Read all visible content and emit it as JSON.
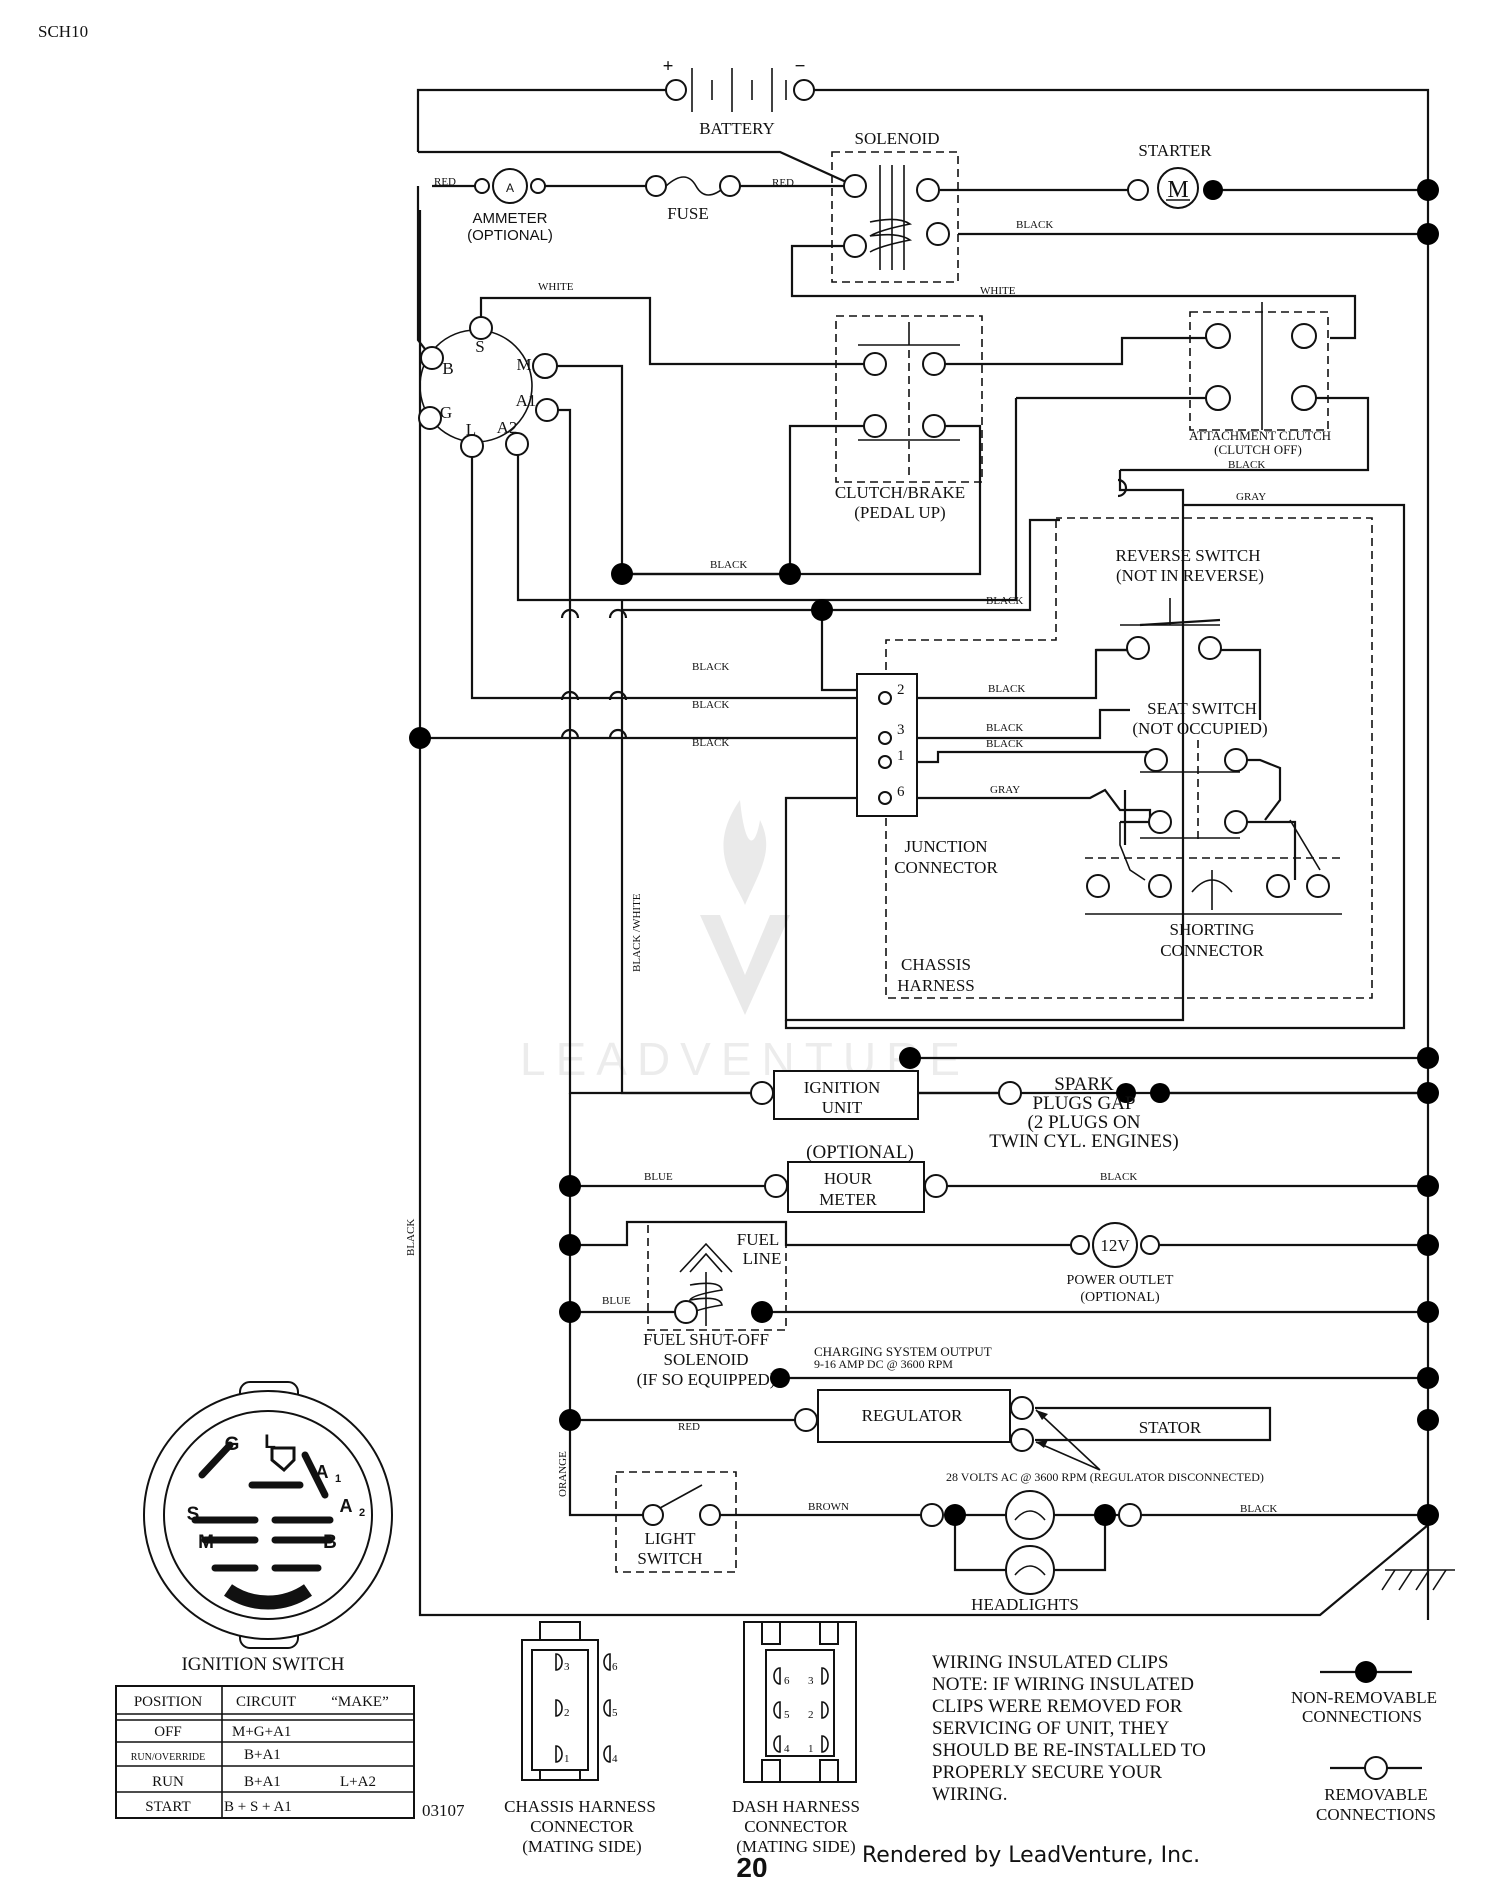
{
  "page": {
    "code": "SCH10",
    "drawing_number": "03107",
    "page_number": "20",
    "footer": "Rendered by LeadVenture, Inc.",
    "watermark": "LEADVENTURE"
  },
  "components": {
    "battery": "BATTERY",
    "battery_plus": "+",
    "battery_minus": "−",
    "solenoid": "SOLENOID",
    "starter": "STARTER",
    "starter_symbol": "M",
    "ammeter_line1": "AMMETER",
    "ammeter_line2": "(OPTIONAL)",
    "ammeter_symbol": "A",
    "fuse": "FUSE",
    "clutch_brake_line1": "CLUTCH/BRAKE",
    "clutch_brake_line2": "(PEDAL UP)",
    "attachment_clutch_line1": "ATTACHMENT CLUTCH",
    "attachment_clutch_line2": "(CLUTCH OFF)",
    "reverse_switch_line1": "REVERSE SWITCH",
    "reverse_switch_line2": "(NOT IN REVERSE)",
    "seat_switch_line1": "SEAT SWITCH",
    "seat_switch_line2": "(NOT OCCUPIED)",
    "junction_line1": "JUNCTION",
    "junction_line2": "CONNECTOR",
    "shorting_line1": "SHORTING",
    "shorting_line2": "CONNECTOR",
    "chassis_line1": "CHASSIS",
    "chassis_line2": "HARNESS",
    "ignition_unit_line1": "IGNITION",
    "ignition_unit_line2": "UNIT",
    "spark_line1": "SPARK",
    "spark_line2": "PLUGS GAP",
    "spark_line3": "(2 PLUGS ON",
    "spark_line4": "TWIN CYL. ENGINES)",
    "hour_meter_optional": "(OPTIONAL)",
    "hour_meter_line1": "HOUR",
    "hour_meter_line2": "METER",
    "fuel_line1": "FUEL",
    "fuel_line2": "LINE",
    "power_outlet_symbol": "12V",
    "power_outlet_line1": "POWER OUTLET",
    "power_outlet_line2": "(OPTIONAL)",
    "fuel_solenoid_line1": "FUEL SHUT-OFF",
    "fuel_solenoid_line2": "SOLENOID",
    "fuel_solenoid_line3": "(IF SO EQUIPPED)",
    "charging_line1": "CHARGING SYSTEM OUTPUT",
    "charging_line2": "9-16 AMP DC @ 3600 RPM",
    "regulator": "REGULATOR",
    "stator": "STATOR",
    "stator_ac": "28 VOLTS AC @ 3600 RPM (REGULATOR DISCONNECTED)",
    "light_switch_line1": "LIGHT",
    "light_switch_line2": "SWITCH",
    "headlights": "HEADLIGHTS"
  },
  "ignition_terminals": {
    "S": "S",
    "M": "M",
    "B": "B",
    "A1": "A1",
    "G": "G",
    "L": "L",
    "A2": "A2"
  },
  "junction_pins": [
    "2",
    "3",
    "1",
    "6"
  ],
  "wire_labels": {
    "red1": "RED",
    "red2": "RED",
    "red3": "RED",
    "white1": "WHITE",
    "white2": "WHITE",
    "black_starter": "BLACK",
    "black_attach": "BLACK",
    "gray1": "GRAY",
    "gray2": "GRAY",
    "black_clutch": "BLACK",
    "black_mid": "BLACK",
    "black_a": "BLACK",
    "black_b": "BLACK",
    "black_c": "BLACK",
    "black_j2": "BLACK",
    "black_j3": "BLACK",
    "black_j1": "BLACK",
    "black_white": "BLACK /WHITE",
    "black_vertical": "BLACK",
    "blue1": "BLUE",
    "blue2": "BLUE",
    "black_hour": "BLACK",
    "orange": "ORANGE",
    "brown": "BROWN",
    "black_headlight": "BLACK"
  },
  "ignition_switch": {
    "title": "IGNITION SWITCH",
    "face_labels": {
      "G": "G",
      "L": "L",
      "A1": "A",
      "A1_sub": "1",
      "A2": "A",
      "A2_sub": "2",
      "S": "S",
      "M": "M",
      "B": "B"
    },
    "headers": [
      "POSITION",
      "CIRCUIT",
      "“MAKE”"
    ],
    "rows": [
      {
        "position": "OFF",
        "circuit": "M+G+A1",
        "make": ""
      },
      {
        "position": "RUN/OVERRIDE",
        "circuit": "B+A1",
        "make": ""
      },
      {
        "position": "RUN",
        "circuit": "B+A1",
        "make": "L+A2"
      },
      {
        "position": "START",
        "circuit": "B + S + A1",
        "make": ""
      }
    ]
  },
  "connectors": {
    "chassis_line1": "CHASSIS HARNESS",
    "chassis_line2": "CONNECTOR",
    "chassis_line3": "(MATING SIDE)",
    "chassis_pins": [
      "3",
      "6",
      "2",
      "5",
      "1",
      "4"
    ],
    "dash_line1": "DASH HARNESS",
    "dash_line2": "CONNECTOR",
    "dash_line3": "(MATING SIDE)",
    "dash_pins": [
      "6",
      "3",
      "5",
      "2",
      "4",
      "1"
    ]
  },
  "note": {
    "line1": "WIRING INSULATED CLIPS",
    "line2": "NOTE:  IF WIRING INSULATED",
    "line3": "CLIPS WERE REMOVED FOR",
    "line4": "SERVICING OF UNIT, THEY",
    "line5": "SHOULD BE RE-INSTALLED TO",
    "line6": "PROPERLY SECURE YOUR",
    "line7": " WIRING."
  },
  "legend": {
    "non_removable_line1": "NON-REMOVABLE",
    "non_removable_line2": "CONNECTIONS",
    "removable_line1": "REMOVABLE",
    "removable_line2": "CONNECTIONS"
  }
}
